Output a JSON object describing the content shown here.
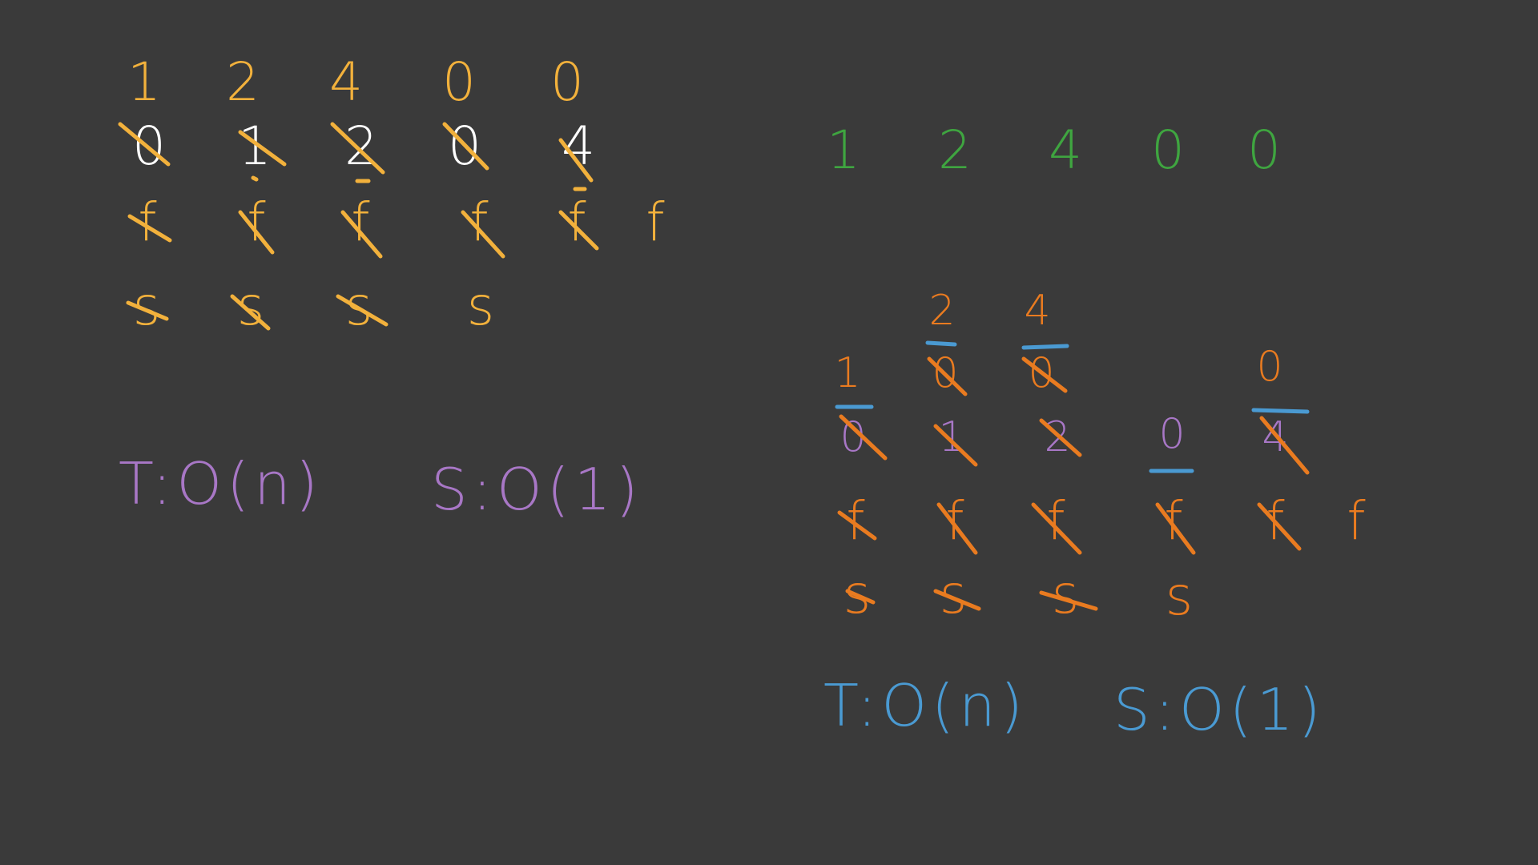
{
  "colors": {
    "background": "#3a3a3a",
    "yellow": "#f2b13c",
    "white": "#ffffff",
    "purple": "#a877c6",
    "green": "#3fa540",
    "orange": "#e97b20",
    "blue": "#4a9ad2"
  },
  "left_panel": {
    "row1": [
      "1",
      "2",
      "4",
      "0",
      "0"
    ],
    "row2": [
      "0",
      "1",
      "2",
      "0",
      "4"
    ],
    "row3": [
      "f",
      "f",
      "f",
      "f",
      "f",
      "f"
    ],
    "row4": [
      "s",
      "s",
      "s",
      "s"
    ],
    "time_complexity": "T:O(n)",
    "space_complexity": "S:O(1)"
  },
  "right_panel": {
    "row1": [
      "1",
      "2",
      "4",
      "0",
      "0"
    ],
    "overwrite_top": [
      "2",
      "4"
    ],
    "overwrite_mid": [
      "1",
      "0",
      "0",
      "",
      "0"
    ],
    "row2": [
      "0",
      "1",
      "2",
      "0",
      "4"
    ],
    "row3": [
      "f",
      "f",
      "f",
      "f",
      "f",
      "f"
    ],
    "row4": [
      "s",
      "s",
      "s",
      "s"
    ],
    "time_complexity": "T:O(n)",
    "space_complexity": "S:O(1)"
  }
}
